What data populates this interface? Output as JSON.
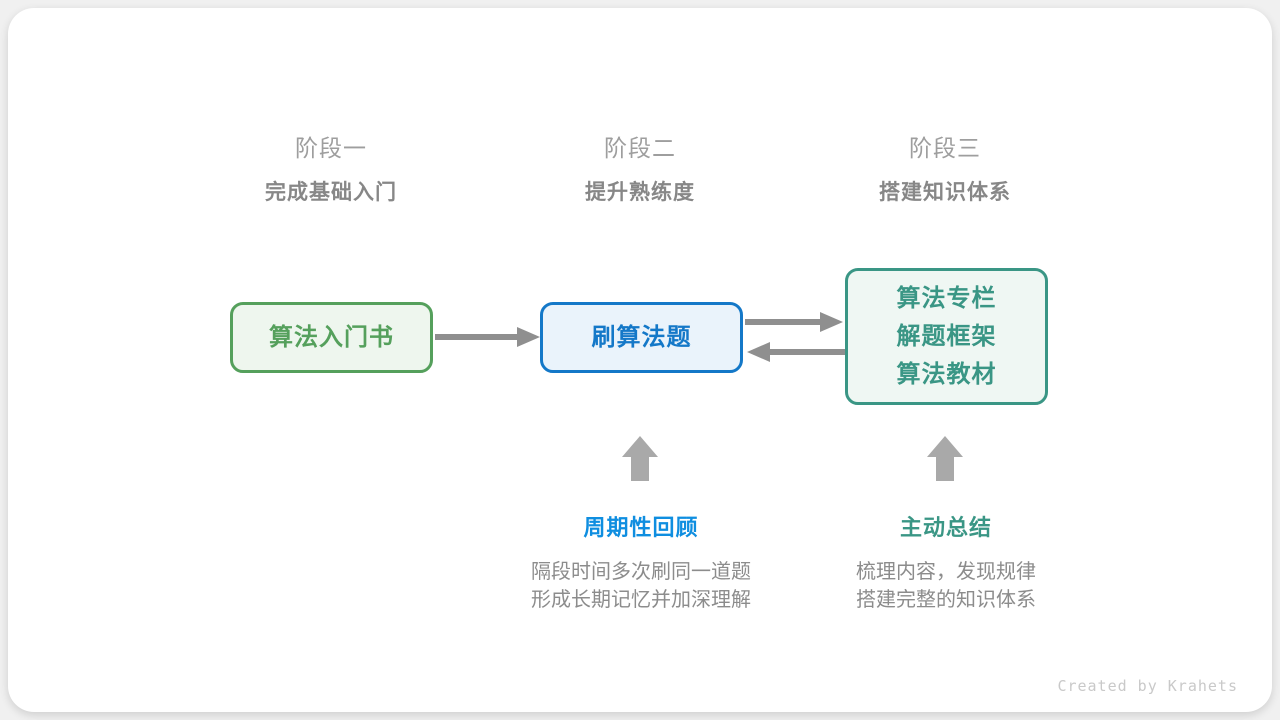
{
  "stages": [
    {
      "label": "阶段一",
      "subtitle": "完成基础入门"
    },
    {
      "label": "阶段二",
      "subtitle": "提升熟练度"
    },
    {
      "label": "阶段三",
      "subtitle": "搭建知识体系"
    }
  ],
  "nodes": [
    {
      "id": "intro-book",
      "lines": [
        "算法入门书"
      ],
      "color": "#55a05c",
      "bg": "#eef6ee"
    },
    {
      "id": "practice-problems",
      "lines": [
        "刷算法题"
      ],
      "color": "#1478c8",
      "bg": "#eaf3fb"
    },
    {
      "id": "knowledge-sources",
      "lines": [
        "算法专栏",
        "解题框架",
        "算法教材"
      ],
      "color": "#3a9685",
      "bg": "#eff7f3"
    }
  ],
  "annotations": [
    {
      "title": "周期性回顾",
      "title_color": "#0f8ee0",
      "lines": [
        "隔段时间多次刷同一道题",
        "形成长期记忆并加深理解"
      ]
    },
    {
      "title": "主动总结",
      "title_color": "#3a9685",
      "lines": [
        "梳理内容，发现规律",
        "搭建完整的知识体系"
      ]
    }
  ],
  "credit": "Created by Krahets",
  "colors": {
    "page_bg": "#f0f0f0",
    "card_bg": "#ffffff",
    "arrow": "#8f8f8f",
    "up_arrow": "#a9a9a9",
    "stage_label": "#9e9e9e",
    "stage_subtitle": "#878787",
    "description_text": "#8c8c8c",
    "credit_text": "#c9c9c9"
  }
}
